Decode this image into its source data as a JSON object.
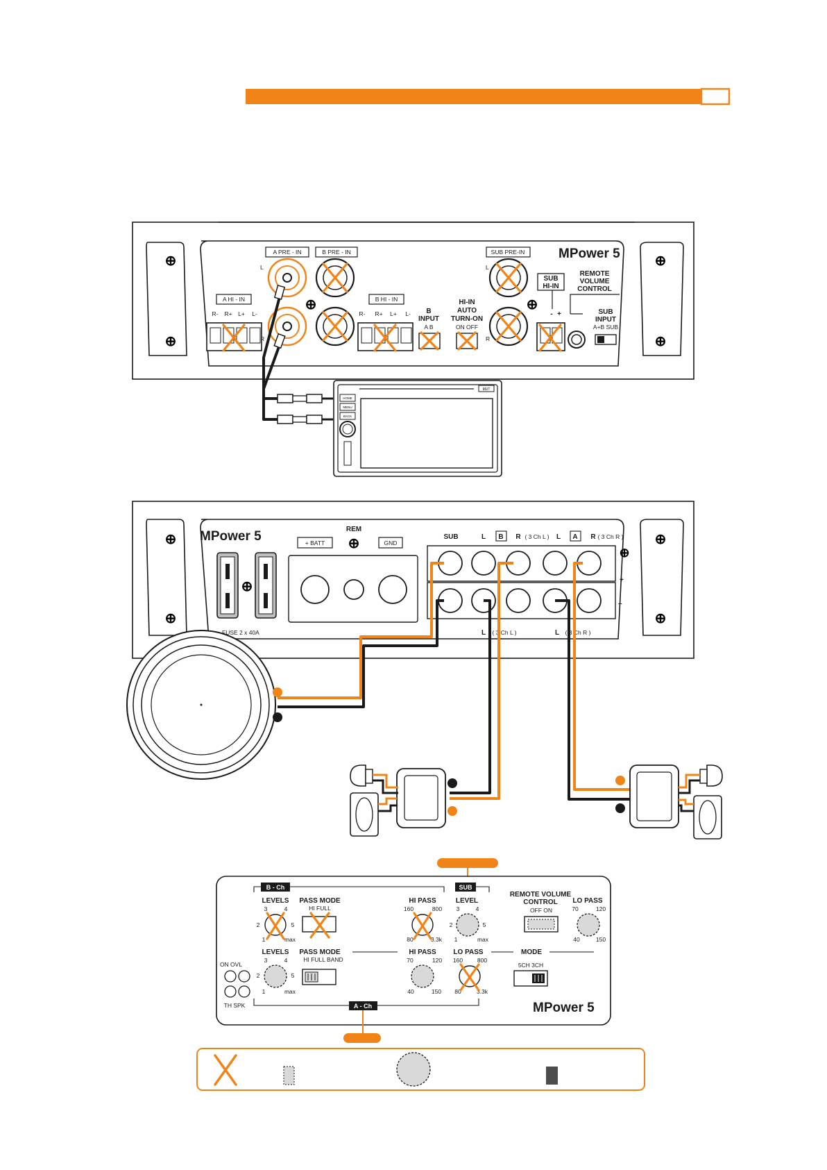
{
  "header_bar": {
    "accent_color": "#f08418"
  },
  "top_amp": {
    "brand": "MPower 5",
    "a_pre_in": "A PRE - IN",
    "b_pre_in": "B PRE - IN",
    "sub_pre_in": "SUB PRE-IN",
    "a_hi_in": "A HI - IN",
    "b_hi_in": "B HI - IN",
    "sub_hi_in_1": "SUB",
    "sub_hi_in_2": "HI-IN",
    "pins": [
      "R-",
      "R+",
      "L+",
      "L-"
    ],
    "ch_l": "L",
    "ch_r": "R",
    "b_input": [
      "B",
      "INPUT",
      "A   B"
    ],
    "hi_in_auto": [
      "HI-IN",
      "AUTO",
      "TURN-ON",
      "ON  OFF"
    ],
    "remote_volume": [
      "REMOTE",
      "VOLUME",
      "CONTROL"
    ],
    "sub_input": [
      "SUB",
      "INPUT",
      "A+B  SUB"
    ],
    "polarity": [
      "-",
      "+"
    ]
  },
  "head_unit": {
    "buttons": [
      "HOME",
      "MENU",
      "BACK"
    ],
    "tag": "MUT"
  },
  "bottom_amp": {
    "brand": "MPower 5",
    "batt": "+ BATT",
    "rem": "REM",
    "gnd": "GND",
    "fuse": "FUSE 2 x 40A",
    "sub": "SUB",
    "l1": "L",
    "b_box": "B",
    "r_b": "R",
    "r_b_sub": "( 3 Ch L )",
    "l2": "L",
    "a_box": "A",
    "r_a": "R",
    "r_a_sub": "( 3 Ch R )",
    "l_3chl": "L",
    "l_3chl_sub": "( 3 Ch L )",
    "l_3chr": "L",
    "l_3chr_sub": "( 3 Ch R )",
    "plus": "+",
    "minus": "–"
  },
  "control_panel": {
    "brand": "MPower 5",
    "b_ch": "B - Ch",
    "a_ch": "A - Ch",
    "sub": "SUB",
    "levels": "LEVELS",
    "pass_mode": "PASS MODE",
    "hi_full": "HI     FULL",
    "hi_full_band": "HI  FULL  BAND",
    "hi_pass": "HI PASS",
    "lo_pass": "LO PASS",
    "level": "LEVEL",
    "remote_volume_1": "REMOTE VOLUME",
    "remote_volume_2": "CONTROL",
    "off_on": "OFF    ON",
    "mode": "MODE",
    "mode_opts": "5CH  3CH",
    "on_ovl": "ON  OVL",
    "th_spk": "TH  SPK",
    "level_ticks": [
      "3",
      "4",
      "2",
      "5",
      "1",
      "max"
    ],
    "hp1_ticks": [
      "160",
      "800",
      "80",
      "3.3k"
    ],
    "lp_ticks": [
      "70",
      "120",
      "40",
      "150"
    ]
  },
  "legend": {
    "border_color": "#f08418"
  }
}
